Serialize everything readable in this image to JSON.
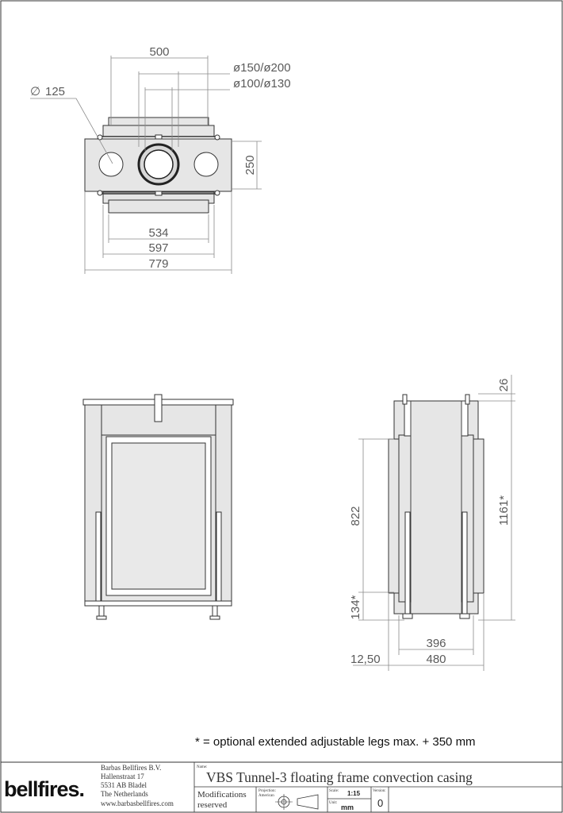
{
  "top_view": {
    "dims": {
      "width_500": "500",
      "flue_outer": "ø150/ø200",
      "flue_inner": "ø100/ø130",
      "conv_dia": "125",
      "depth_250": "250",
      "w534": "534",
      "w597": "597",
      "w779": "779"
    },
    "diameter_symbol": "∅"
  },
  "side_view": {
    "dims": {
      "top_26": "26",
      "h822": "822",
      "h1161": "1161*",
      "h134": "134*",
      "w396": "396",
      "w480": "480",
      "w12_50": "12,50"
    }
  },
  "note": "* = optional extended adjustable legs max. + 350 mm",
  "title_block": {
    "logo": "bellfires.",
    "company_lines": [
      "Barbas Bellfires B.V.",
      "Hallenstraat 17",
      "5531 AB Bladel",
      "The Netherlands",
      "www.barbasbellfires.com"
    ],
    "name_label": "Name:",
    "product_name": "VBS Tunnel-3 floating frame convection casing",
    "modifications_line1": "Modifications",
    "modifications_line2": "reserved",
    "projection_label": "Projection:",
    "projection_value": "American",
    "scale_label": "Scale:",
    "scale_value": "1:15",
    "unit_label": "Unit:",
    "unit_value": "mm",
    "version_label": "Version:",
    "version_value": "0"
  }
}
